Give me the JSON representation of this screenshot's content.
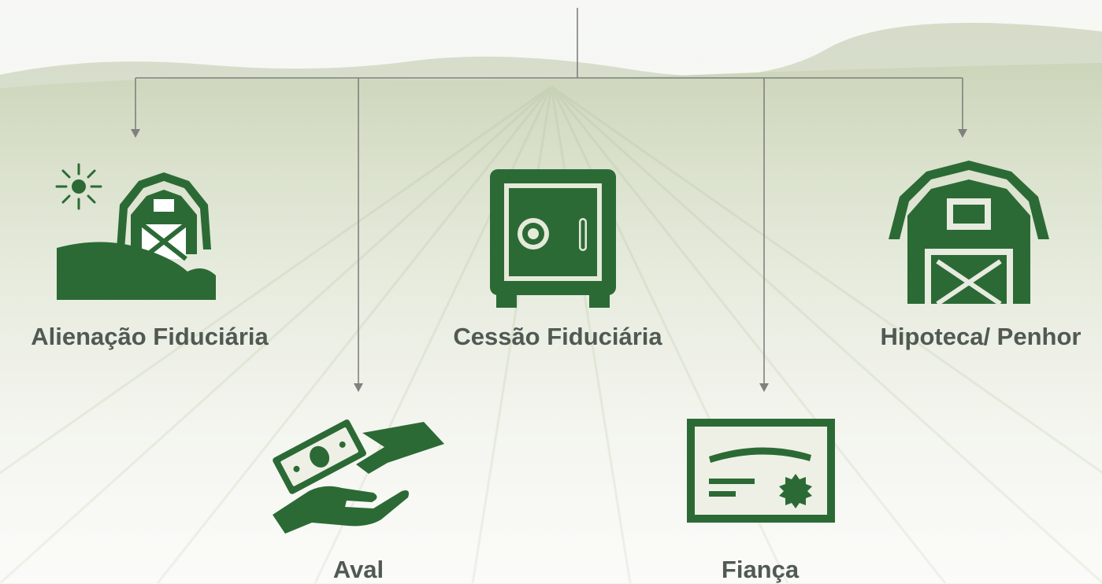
{
  "colors": {
    "icon": "#2c6a35",
    "label": "#505a52",
    "connector": "#808080"
  },
  "items": [
    {
      "label": "Alienação Fiduciária",
      "icon": "farm-sun-barn-icon"
    },
    {
      "label": "Cessão Fiduciária",
      "icon": "safe-icon"
    },
    {
      "label": "Hipoteca/ Penhor",
      "icon": "barn-icon"
    },
    {
      "label": "Aval",
      "icon": "money-hands-icon"
    },
    {
      "label": "Fiança",
      "icon": "certificate-icon"
    }
  ]
}
